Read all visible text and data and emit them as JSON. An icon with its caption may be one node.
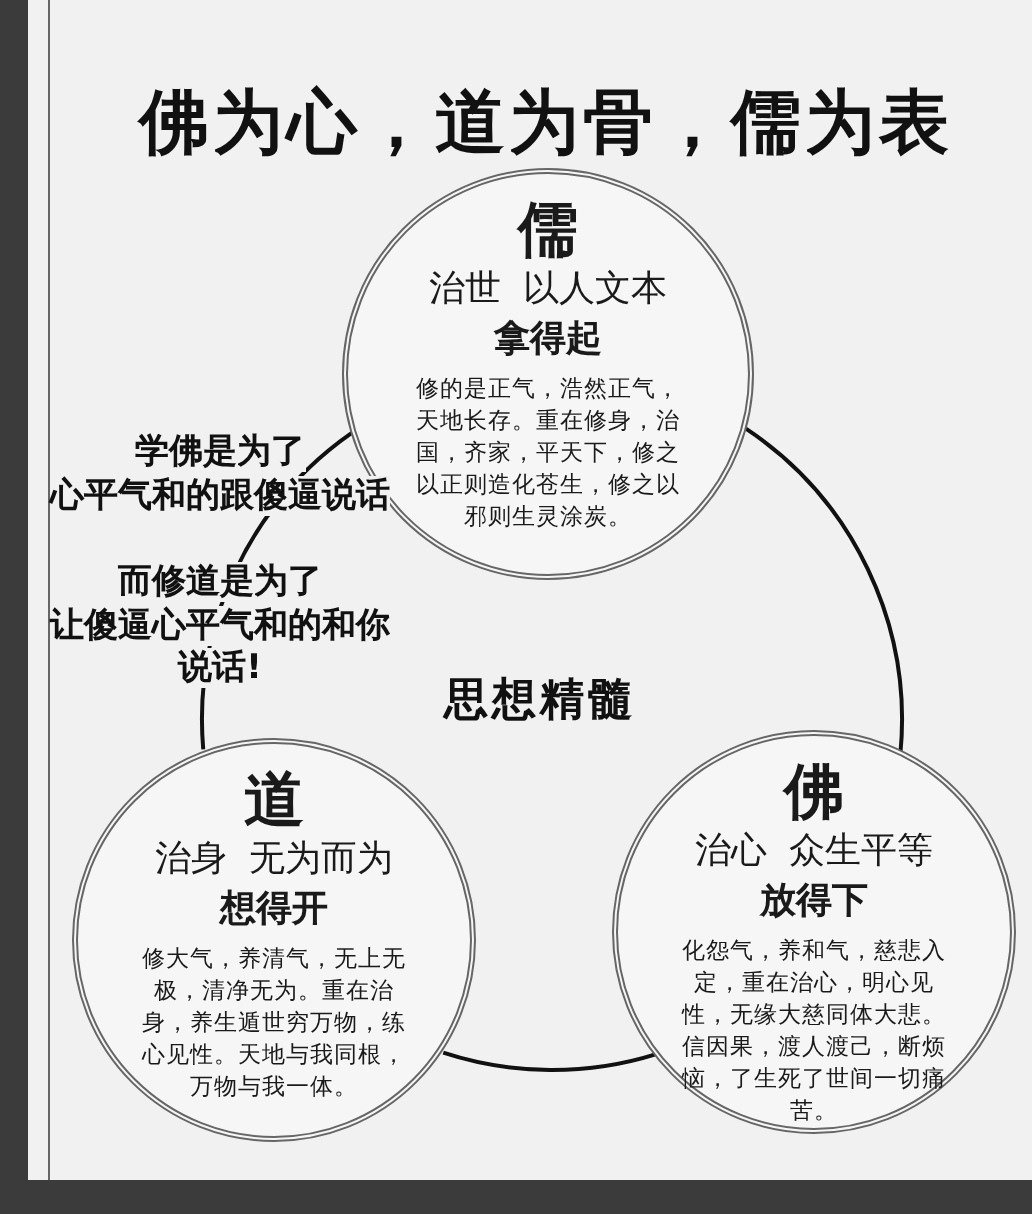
{
  "diagram": {
    "title": "佛为心，道为骨，儒为表",
    "nodes": [
      {
        "text": [
          "儒",
          "治世  以人文本",
          "拿得起",
          "修的是正气，浩然正气，天地长存。重在修身，治国，齐家，平天下，修之以正则造化苍生，修之以邪则生灵涂炭。"
        ]
      },
      {
        "text": [
          "道",
          "治身  无为而为",
          "想得开",
          "修大气，养清气，无上无极，清净无为。重在治身，养生遁世穷万物，练心见性。天地与我同根，万物与我一体。"
        ]
      },
      {
        "text": [
          "佛",
          "治心  众生平等",
          "放得下",
          "化怨气，养和气，慈悲入定，重在治心，明心见性，无缘大慈同体大悲。信因果，渡人渡己，断烦恼，了生死了世间一切痛苦。"
        ]
      }
    ],
    "edges": [
      {
        "from": 0,
        "to": 2,
        "arrow": "none"
      },
      {
        "from": 2,
        "to": 1,
        "arrow": "none"
      },
      {
        "from": 1,
        "to": 0,
        "arrow": "none"
      }
    ],
    "labels": [
      "学佛是为了",
      "心平气和的跟傻逼说话",
      "而修道是为了",
      "让傻逼心平气和的和你说话!",
      "思想精髓"
    ]
  }
}
